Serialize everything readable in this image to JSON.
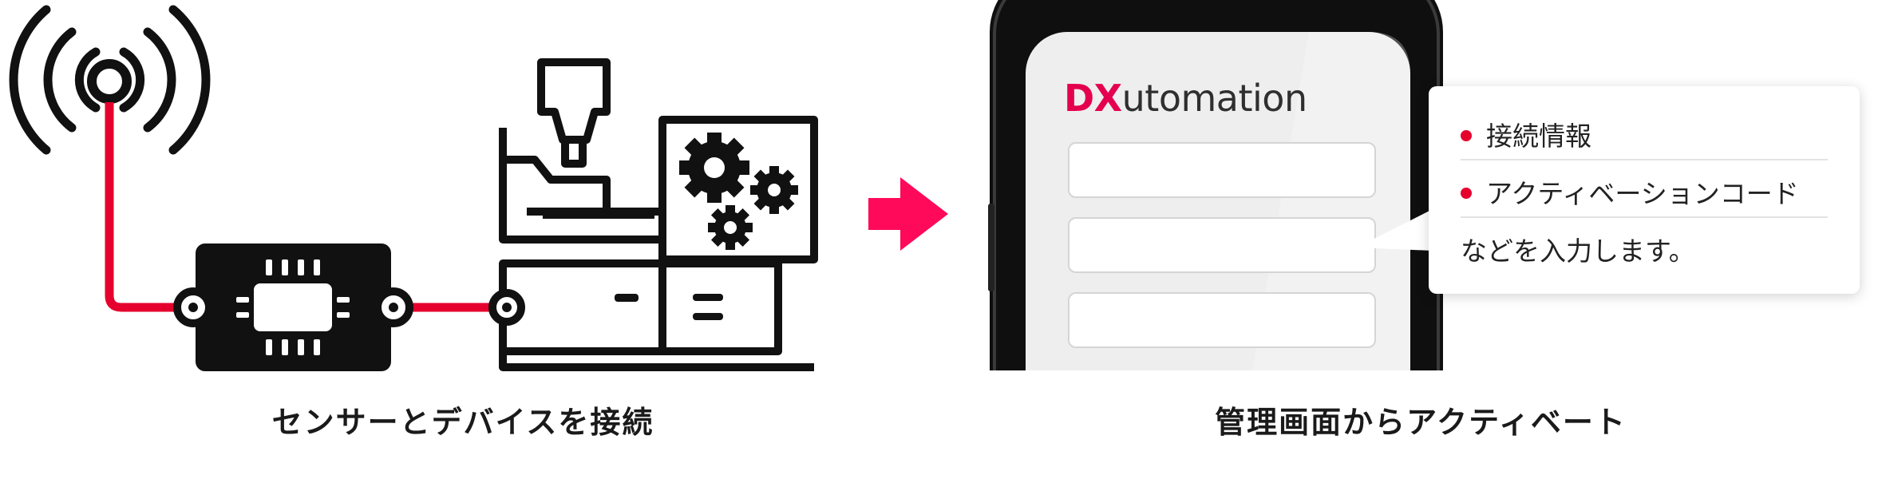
{
  "colors": {
    "accent_red": "#e5002d",
    "arrow_pink": "#ff0a5a",
    "brand_pink": "#e5004f",
    "dark": "#111111"
  },
  "left_panel": {
    "caption": "センサーとデバイスを接続",
    "icons": [
      "antenna-icon",
      "sensor-module-icon",
      "injection-machine-icon",
      "gear-icon"
    ]
  },
  "flow_arrow": {
    "icon": "arrow-right-icon"
  },
  "right_panel": {
    "caption": "管理画面からアクティベート",
    "logo": {
      "prefix": "DX",
      "suffix": "utomation"
    },
    "form_field_count": 3,
    "bubble": {
      "items": [
        "接続情報",
        "アクティベーションコード"
      ],
      "footer": "などを入力します。"
    }
  }
}
